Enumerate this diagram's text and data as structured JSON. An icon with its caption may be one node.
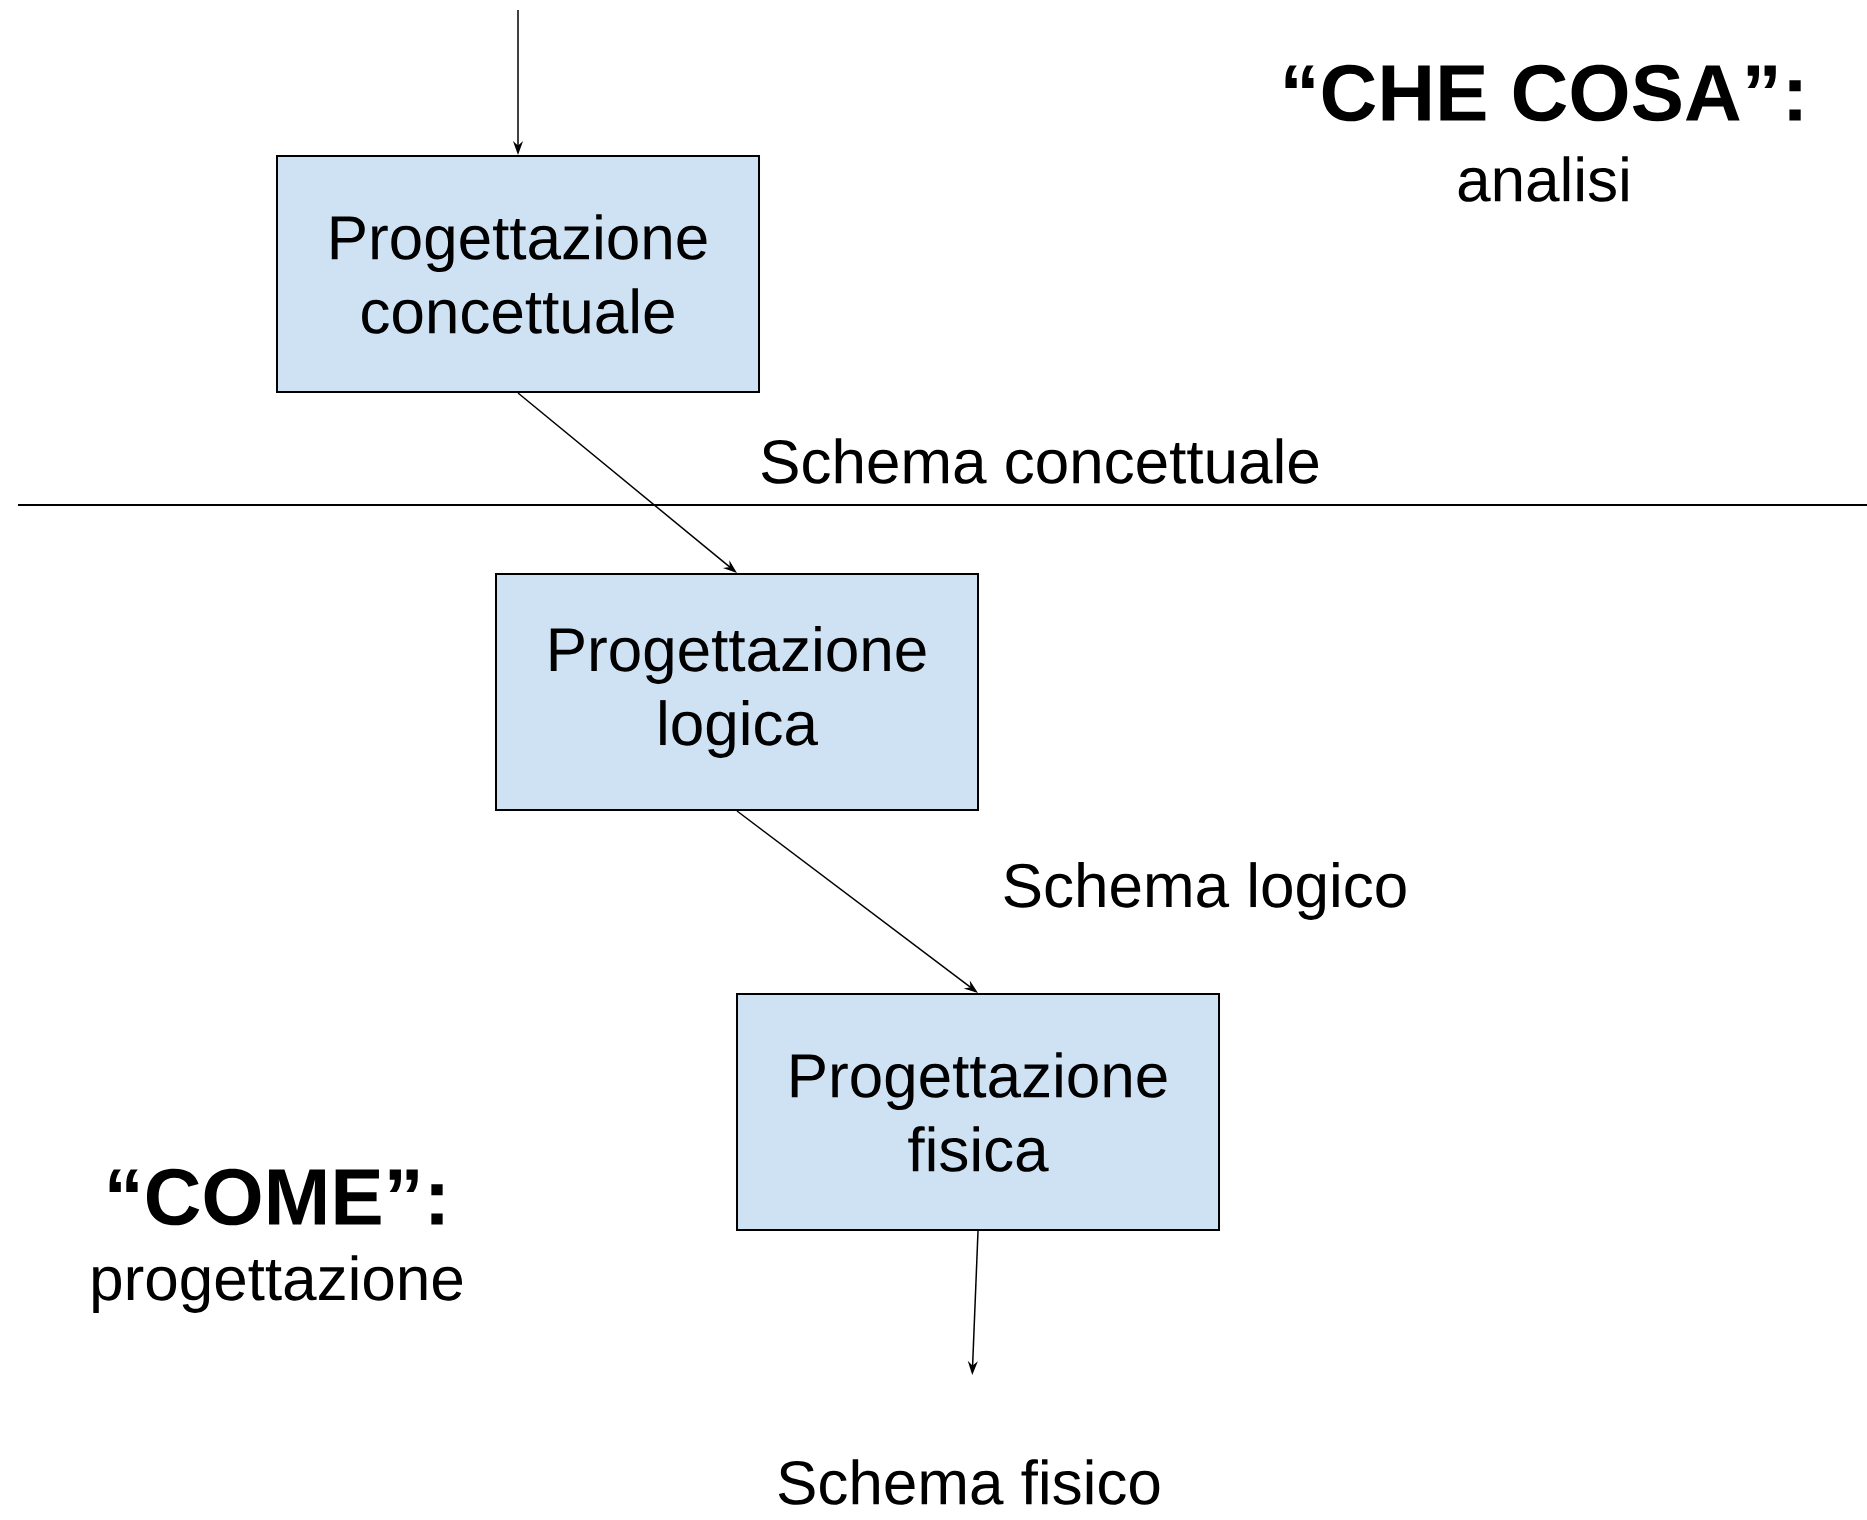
{
  "diagram": {
    "nodes": [
      {
        "text": [
          "Progettazione concettuale"
        ]
      },
      {
        "text": [
          "Progettazione logica"
        ]
      },
      {
        "text": [
          "Progettazione fisica"
        ]
      },
      {
        "text": [
          "Schema fisico"
        ]
      }
    ],
    "edges": [
      {
        "from": null,
        "to": 0,
        "arrow": "to"
      },
      {
        "from": 0,
        "to": 1,
        "arrow": "to",
        "label": "Schema concettuale"
      },
      {
        "from": 1,
        "to": 2,
        "arrow": "to",
        "label": "Schema logico"
      },
      {
        "from": 2,
        "to": 3,
        "arrow": "to"
      }
    ],
    "labels": [
      "“CHE COSA”:",
      "analisi",
      "“COME”:",
      "progettazione"
    ]
  }
}
